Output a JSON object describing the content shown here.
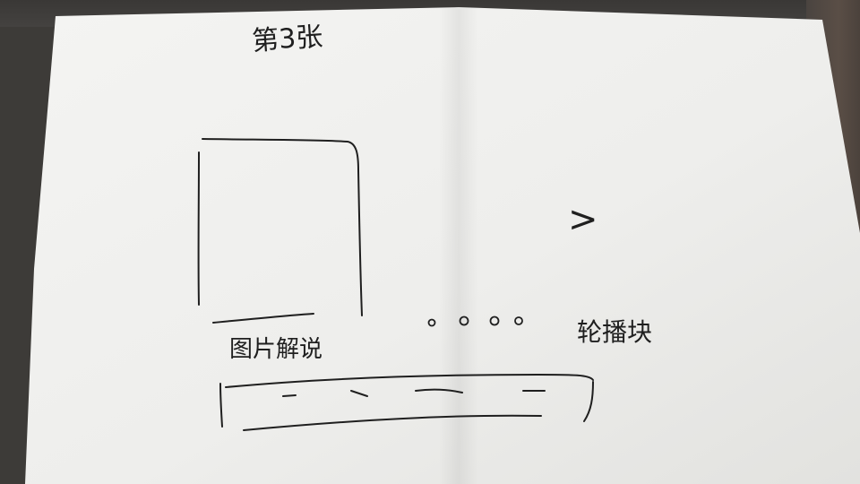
{
  "page_heading": "第3张",
  "image_caption": "图片解说",
  "slider_label": "轮播块",
  "next_arrow_glyph": ">",
  "pagination_dot_count": 4,
  "colors": {
    "ink": "#1f1f1f",
    "paper": "#f2f2f0",
    "background": "#3d3b38"
  }
}
